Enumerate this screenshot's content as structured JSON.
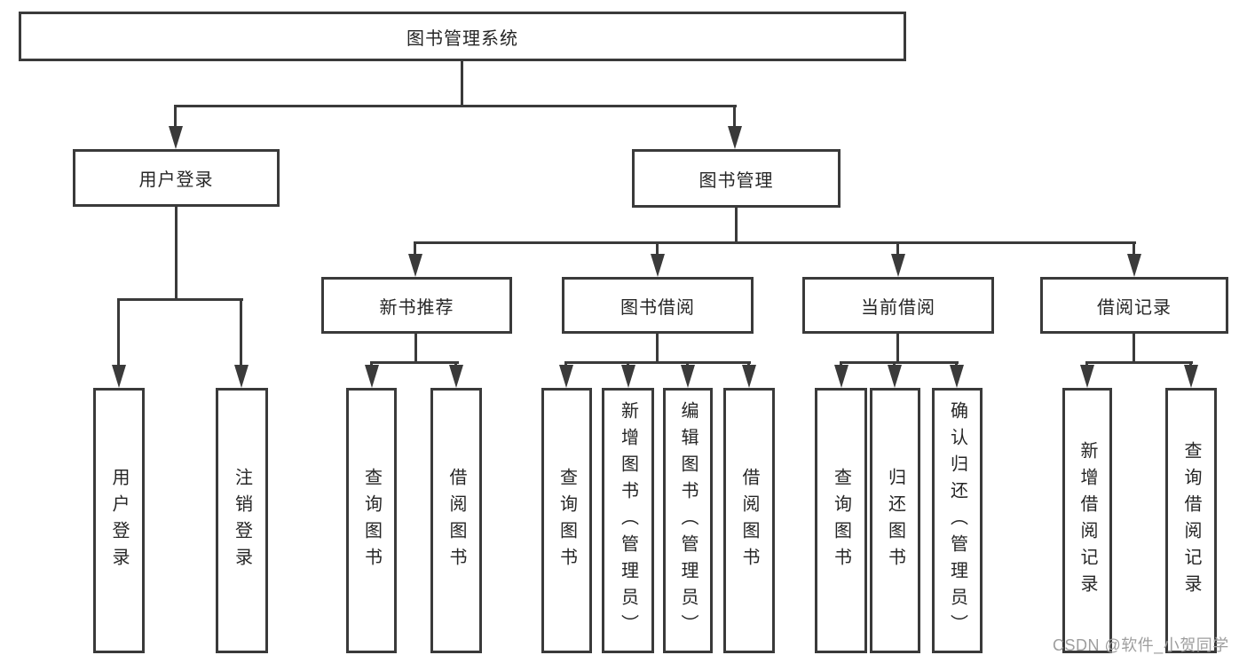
{
  "diagram": {
    "type": "tree",
    "root": {
      "label": "图书管理系统"
    },
    "level2": [
      {
        "label": "用户登录",
        "parent": "图书管理系统"
      },
      {
        "label": "图书管理",
        "parent": "图书管理系统"
      }
    ],
    "level3": [
      {
        "label": "新书推荐",
        "parent": "图书管理"
      },
      {
        "label": "图书借阅",
        "parent": "图书管理"
      },
      {
        "label": "当前借阅",
        "parent": "图书管理"
      },
      {
        "label": "借阅记录",
        "parent": "图书管理"
      }
    ],
    "leaves": [
      {
        "label": "用户登录",
        "parent": "用户登录"
      },
      {
        "label": "注销登录",
        "parent": "用户登录"
      },
      {
        "label": "查询图书",
        "parent": "新书推荐"
      },
      {
        "label": "借阅图书",
        "parent": "新书推荐"
      },
      {
        "label": "查询图书",
        "parent": "图书借阅"
      },
      {
        "label": "新增图书（管理员）",
        "parent": "图书借阅"
      },
      {
        "label": "编辑图书（管理员）",
        "parent": "图书借阅"
      },
      {
        "label": "借阅图书",
        "parent": "图书借阅"
      },
      {
        "label": "查询图书",
        "parent": "当前借阅"
      },
      {
        "label": "归还图书",
        "parent": "当前借阅"
      },
      {
        "label": "确认归还（管理员）",
        "parent": "当前借阅"
      },
      {
        "label": "新增借阅记录",
        "parent": "借阅记录"
      },
      {
        "label": "查询借阅记录",
        "parent": "借阅记录"
      }
    ]
  },
  "watermark": "CSDN @软件_小贺同学",
  "colors": {
    "line": "#3a3a3a",
    "text": "#262626",
    "watermark": "#9e9e9e",
    "background": "#ffffff"
  }
}
